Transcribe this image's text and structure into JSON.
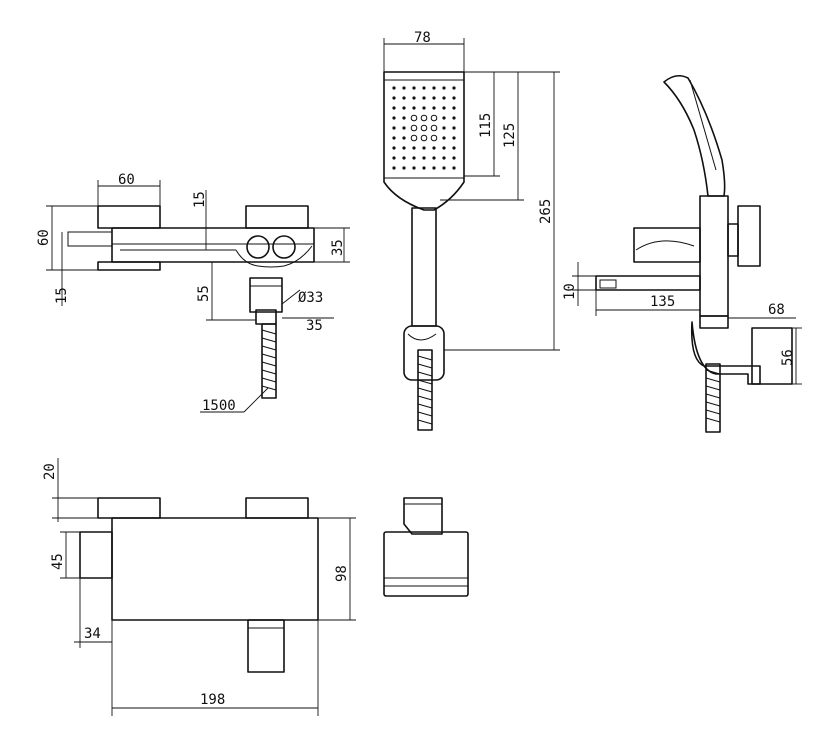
{
  "dimensions": {
    "front_width_top": "60",
    "front_height": "60",
    "front_gap": "15",
    "front_bottom": "15",
    "front_body_h": "35",
    "front_drop": "55",
    "outlet_diameter": "Ø33",
    "outlet_len": "35",
    "hose_length": "1500",
    "head_width": "78",
    "head_h1": "115",
    "head_h2": "125",
    "shower_total": "265",
    "spout_h": "10",
    "spout_len": "135",
    "bracket_depth": "68",
    "bracket_h": "56",
    "top_offset": "20",
    "left_h": "45",
    "body_h": "98",
    "left_w": "34",
    "body_w": "198"
  }
}
